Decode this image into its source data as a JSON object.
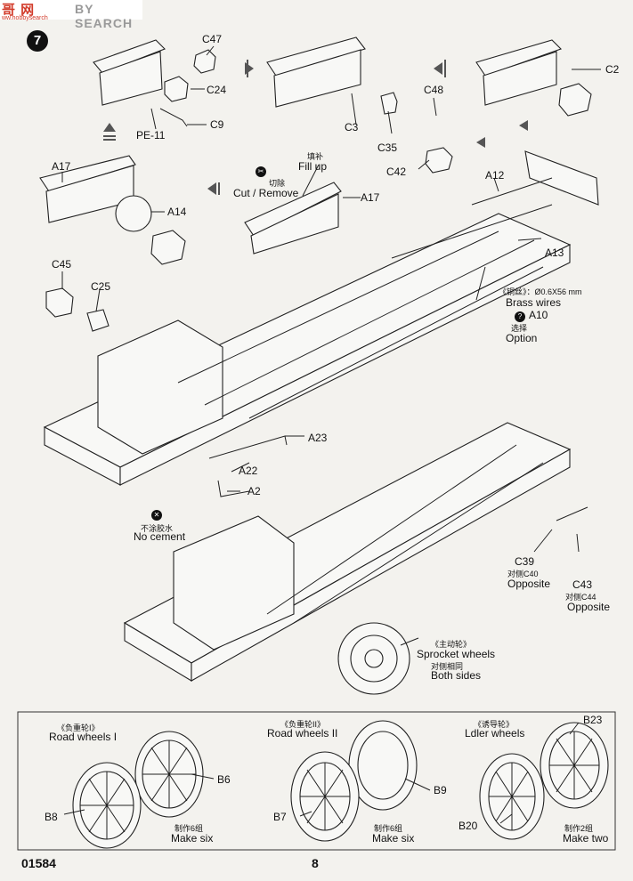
{
  "watermark": {
    "cn": "哥 网",
    "text": "BY SEARCH",
    "sub": "ww.hobbysearch"
  },
  "step_number": "7",
  "labels": {
    "c47": "C47",
    "c24": "C24",
    "c9": "C9",
    "pe11": "PE-11",
    "c2": "C2",
    "c3": "C3",
    "c35": "C35",
    "c48": "C48",
    "c42": "C42",
    "a17_left": "A17",
    "a14": "A14",
    "fill_cn": "填补",
    "fill_en": "Fill up",
    "cut_cn": "切除",
    "cut_en": "Cut / Remove",
    "a17_mid": "A17",
    "a12": "A12",
    "a13": "A13",
    "c45": "C45",
    "c25": "C25",
    "brass_cn": "《铜丝》：Ø0.6X56 mm",
    "brass_en": "Brass wires",
    "a10": "A10",
    "option_cn": "选择",
    "option_en": "Option",
    "a23": "A23",
    "a22": "A22",
    "a2": "A2",
    "nocement_cn": "不涂胶水",
    "nocement_en": "No cement",
    "c39": "C39",
    "c40_cn": "对侧C40",
    "c39_opp": "Opposite",
    "c43": "C43",
    "c44_cn": "对侧C44",
    "c43_opp": "Opposite",
    "sprocket_cn": "《主动轮》",
    "sprocket_en": "Sprocket wheels",
    "both_cn": "对侧相同",
    "both_en": "Both sides"
  },
  "wheels": {
    "rw1": {
      "cn": "《负重轮I》",
      "en": "Road wheels I",
      "p1": "B6",
      "p2": "B8",
      "make_cn": "制作6组",
      "make_en": "Make six"
    },
    "rw2": {
      "cn": "《负重轮II》",
      "en": "Road wheels II",
      "p1": "B9",
      "p2": "B7",
      "make_cn": "制作6组",
      "make_en": "Make six"
    },
    "idler": {
      "cn": "《诱导轮》",
      "en": "Ldler wheels",
      "p1": "B23",
      "p2": "B20",
      "make_cn": "制作2组",
      "make_en": "Make two"
    }
  },
  "footer": {
    "code": "01584",
    "page": "8"
  }
}
